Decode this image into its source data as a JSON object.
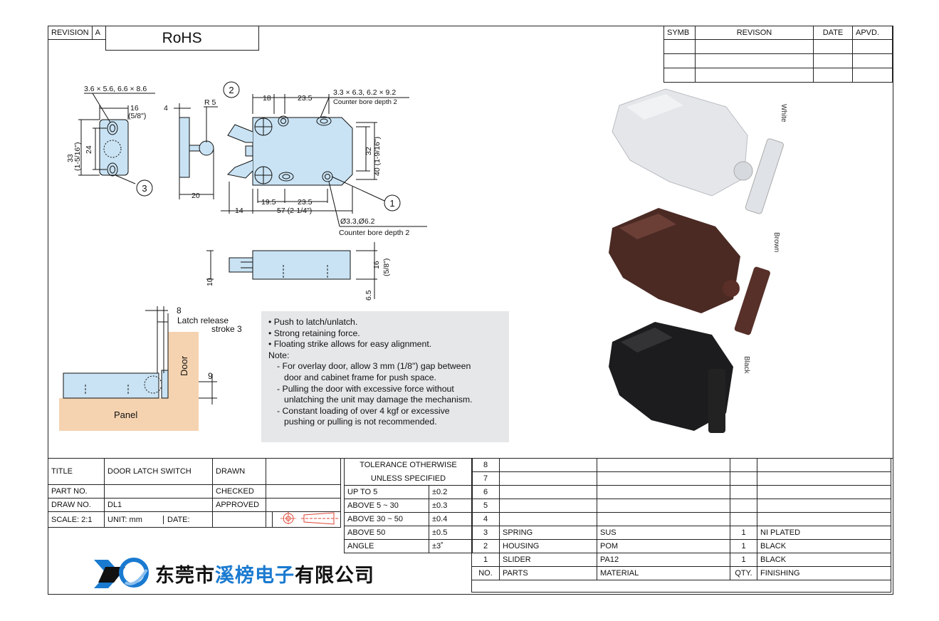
{
  "header": {
    "revision_label": "REVISION",
    "revision_value": "A",
    "rohs": "RoHS"
  },
  "revision_table": {
    "columns": [
      "SYMB",
      "REVISON",
      "DATE",
      "APVD."
    ]
  },
  "dimensions": {
    "hole_a": "3.6 × 5.6, 6.6 × 8.6",
    "w16": "16",
    "w16_in": "(5/8\")",
    "h33": "33",
    "h33_in": "(1-5/16\")",
    "h24": "24",
    "side4": "4",
    "r5": "R 5",
    "side20": "20",
    "top18": "18",
    "top23_5": "23.5",
    "cb_holes": "3.3 × 6.3, 6.2 × 9.2",
    "cb_depth_top": "Counter bore depth 2",
    "h32": "32",
    "h40": "40 (1-9/16\")",
    "b19_5": "19.5",
    "b23_5": "23.5",
    "b14": "14",
    "b57": "57 (2-1/4\")",
    "dia": "Ø3.3,Ø6.2",
    "cb_depth_bottom": "Counter bore depth 2",
    "callout1": "1",
    "callout2": "2",
    "callout3": "3",
    "side_h10": "10",
    "side_16": "16",
    "side_16_in": "(5/8\")",
    "side_6_5": "6.5",
    "inst_8": "8",
    "latch_release": "Latch release",
    "stroke": "stroke 3",
    "door": "Door",
    "gap9": "9",
    "panel": "Panel"
  },
  "notes": [
    "• Push to latch/unlatch.",
    "• Strong retaining force.",
    "• Floating strike allows for easy alignment.",
    "Note:",
    "- For overlay door, allow 3 mm (1/8\") gap between",
    "door and cabinet frame for push space.",
    "- Pulling the door with excessive force without",
    "unlatching the unit may damage the mechanism.",
    "- Constant loading of over 4 kgf or excessive",
    "pushing or pulling is not recommended."
  ],
  "photos": {
    "white": "White",
    "brown": "Brown",
    "black": "Black"
  },
  "title_block": {
    "title_label": "TITLE",
    "title_value": "DOOR LATCH SWITCH",
    "drawn": "DRAWN",
    "part_no": "PART NO.",
    "checked": "CHECKED",
    "draw_no": "DRAW NO.",
    "draw_no_value": "DL1",
    "approved": "APPROVED",
    "scale": "SCALE: 2:1",
    "unit": "UNIT: mm",
    "date": "DATE:"
  },
  "tolerance": {
    "header1": "TOLERANCE OTHERWISE",
    "header2": "UNLESS SPECIFIED",
    "rows": [
      {
        "range": "UP TO 5",
        "tol": "±0.2"
      },
      {
        "range": "ABOVE 5 ~ 30",
        "tol": "±0.3"
      },
      {
        "range": "ABOVE 30 ~ 50",
        "tol": "±0.4"
      },
      {
        "range": "ABOVE 50",
        "tol": "±0.5"
      },
      {
        "range": "ANGLE",
        "tol": "±3˚"
      }
    ]
  },
  "bom": {
    "numbers": [
      "8",
      "7",
      "6",
      "5",
      "4",
      "3",
      "2",
      "1"
    ],
    "rows": [
      {
        "no": "3",
        "part": "SPRING",
        "material": "SUS",
        "qty": "1",
        "finish": "NI PLATED"
      },
      {
        "no": "2",
        "part": "HOUSING",
        "material": "POM",
        "qty": "1",
        "finish": "BLACK"
      },
      {
        "no": "1",
        "part": "SLIDER",
        "material": "PA12",
        "qty": "1",
        "finish": "BLACK"
      }
    ],
    "header": {
      "no": "NO.",
      "part": "PARTS",
      "material": "MATERIAL",
      "qty": "QTY.",
      "finish": "FINISHING"
    }
  },
  "company": {
    "name_part1": "东莞市",
    "name_part2": "溪榜电子",
    "name_part3": "有限公司",
    "logo": "XD"
  },
  "colors": {
    "accent_blue": "#1a7ad0",
    "part_blue": "#c9e3f4",
    "door_tan": "#f5d3b0",
    "note_gray": "#e6e7e9",
    "photo_white": "#e4e6ea",
    "photo_brown": "#4b2a24",
    "photo_black": "#1c1c1e"
  }
}
